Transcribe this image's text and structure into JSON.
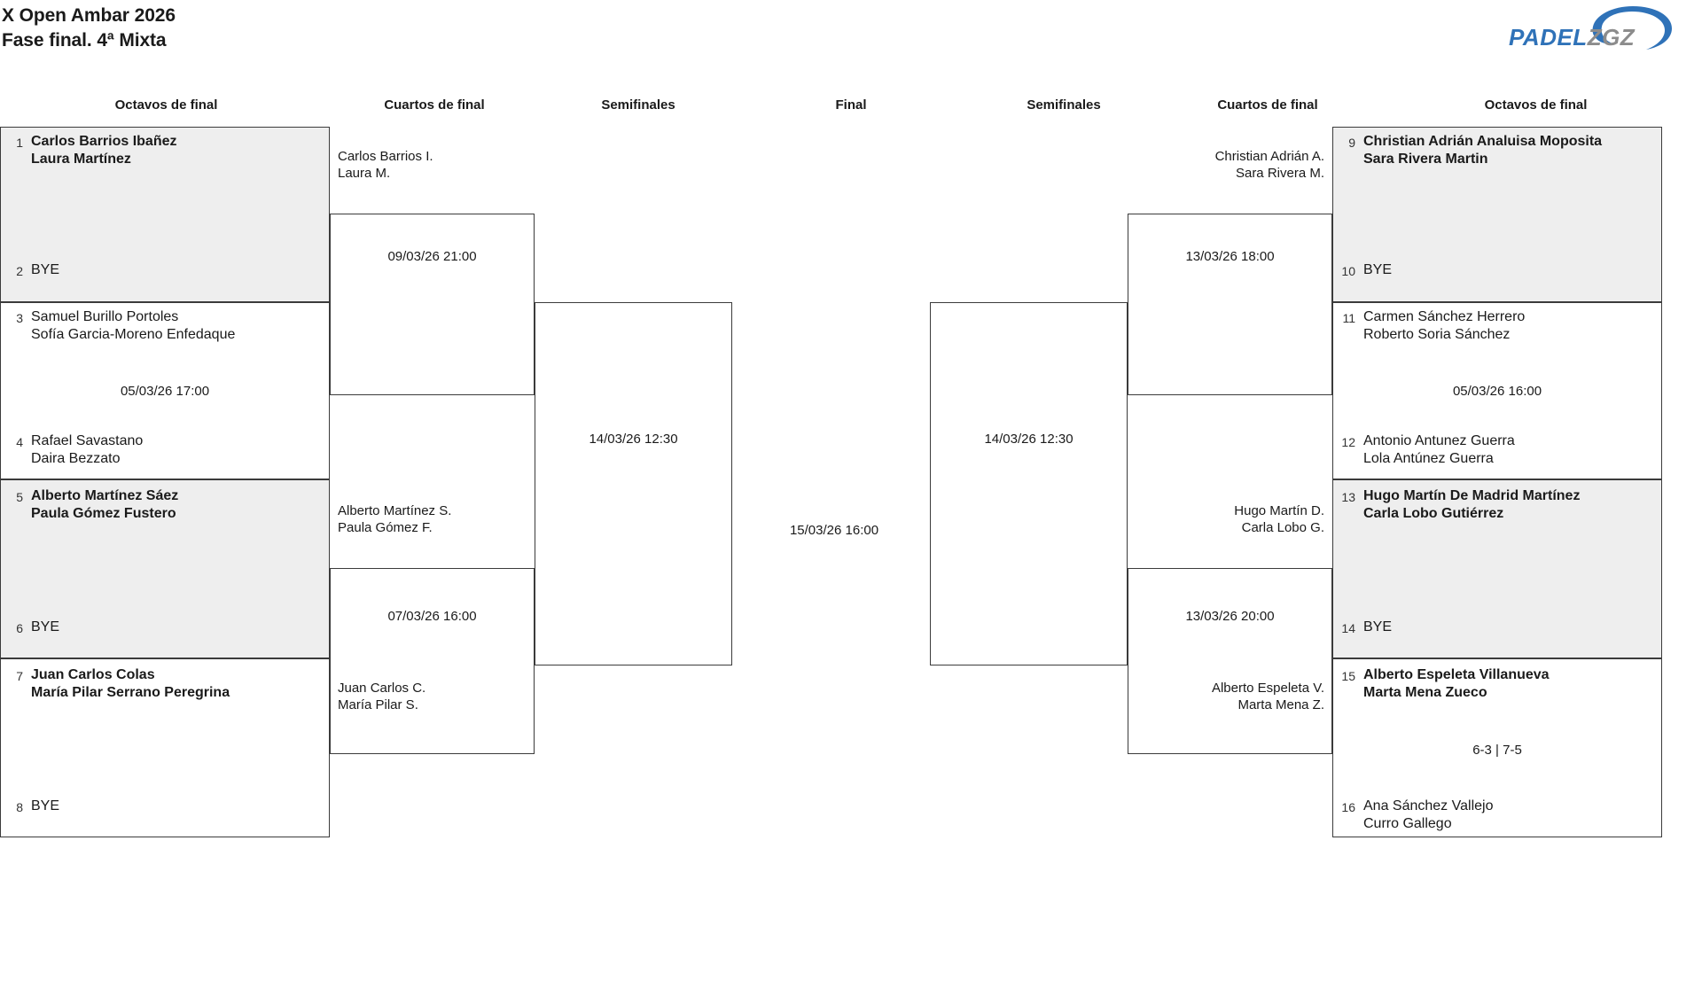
{
  "header": {
    "title_line1": "X Open Ambar 2026",
    "title_line2": "Fase final. 4ª Mixta"
  },
  "logo": {
    "text_primary": "PADEL",
    "text_secondary": "ZGZ",
    "color_primary": "#2f72b8",
    "color_secondary": "#8c8c8c"
  },
  "round_headers": {
    "left_octavos": "Octavos de final",
    "left_cuartos": "Cuartos de final",
    "left_semis": "Semifinales",
    "final": "Final",
    "right_semis": "Semifinales",
    "right_cuartos": "Cuartos de final",
    "right_octavos": "Octavos de final"
  },
  "left_octavos": [
    {
      "seed": "1",
      "line1": "Carlos Barrios Ibañez",
      "line2": "Laura Martínez",
      "bold": true,
      "shaded": true
    },
    {
      "seed": "2",
      "line1": "BYE",
      "line2": "",
      "bold": false,
      "shaded": true
    },
    {
      "seed": "3",
      "line1": "Samuel Burillo Portoles",
      "line2": "Sofía Garcia-Moreno Enfedaque",
      "bold": false,
      "shaded": false
    },
    {
      "seed": "4",
      "line1": "Rafael Savastano",
      "line2": "Daira Bezzato",
      "bold": false,
      "shaded": false
    },
    {
      "seed": "5",
      "line1": "Alberto Martínez Sáez",
      "line2": "Paula Gómez Fustero",
      "bold": true,
      "shaded": true
    },
    {
      "seed": "6",
      "line1": "BYE",
      "line2": "",
      "bold": false,
      "shaded": true
    },
    {
      "seed": "7",
      "line1": "Juan Carlos Colas",
      "line2": "María Pilar Serrano Peregrina",
      "bold": true,
      "shaded": false
    },
    {
      "seed": "8",
      "line1": "BYE",
      "line2": "",
      "bold": false,
      "shaded": false
    }
  ],
  "left_octavos_results": [
    {
      "text": ""
    },
    {
      "text": "05/03/26 17:00"
    },
    {
      "text": ""
    },
    {
      "text": ""
    }
  ],
  "right_octavos": [
    {
      "seed": "9",
      "line1": "Christian Adrián Analuisa Moposita",
      "line2": "Sara Rivera Martin",
      "bold": true,
      "shaded": true
    },
    {
      "seed": "10",
      "line1": "BYE",
      "line2": "",
      "bold": false,
      "shaded": true
    },
    {
      "seed": "11",
      "line1": "Carmen Sánchez Herrero",
      "line2": "Roberto Soria Sánchez",
      "bold": false,
      "shaded": false
    },
    {
      "seed": "12",
      "line1": "Antonio Antunez Guerra",
      "line2": "Lola Antúnez Guerra",
      "bold": false,
      "shaded": false
    },
    {
      "seed": "13",
      "line1": "Hugo Martín De Madrid Martínez",
      "line2": "Carla Lobo Gutiérrez",
      "bold": true,
      "shaded": true
    },
    {
      "seed": "14",
      "line1": "BYE",
      "line2": "",
      "bold": false,
      "shaded": true
    },
    {
      "seed": "15",
      "line1": "Alberto Espeleta Villanueva",
      "line2": "Marta Mena Zueco",
      "bold": true,
      "shaded": false
    },
    {
      "seed": "16",
      "line1": "Ana Sánchez Vallejo",
      "line2": "Curro Gallego",
      "bold": false,
      "shaded": false
    }
  ],
  "right_octavos_results": [
    {
      "text": ""
    },
    {
      "text": "05/03/26 16:00"
    },
    {
      "text": ""
    },
    {
      "text": "6-3 | 7-5"
    }
  ],
  "left_cuartos": [
    {
      "line1": "Carlos Barrios I.",
      "line2": "Laura M.",
      "date": "09/03/26 21:00"
    },
    {
      "line1": "Alberto Martínez S.",
      "line2": "Paula Gómez F.",
      "date": "07/03/26 16:00"
    }
  ],
  "left_cuartos_bottom": [
    {
      "line1": "Juan Carlos C.",
      "line2": "María Pilar S."
    }
  ],
  "right_cuartos": [
    {
      "line1": "Christian Adrián A.",
      "line2": "Sara Rivera M.",
      "date": "13/03/26 18:00"
    },
    {
      "line1": "Hugo Martín D.",
      "line2": "Carla Lobo G.",
      "date": "13/03/26 20:00"
    }
  ],
  "right_cuartos_bottom": [
    {
      "line1": "Alberto Espeleta V.",
      "line2": "Marta Mena Z."
    }
  ],
  "left_semis": {
    "date": "14/03/26 12:30"
  },
  "right_semis": {
    "date": "14/03/26 12:30"
  },
  "final": {
    "date": "15/03/26 16:00"
  }
}
